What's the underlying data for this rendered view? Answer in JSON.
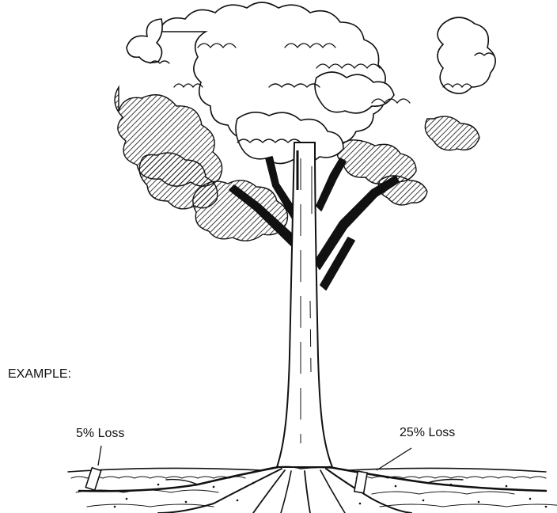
{
  "figure": {
    "example_label": "EXAMPLE:",
    "callouts": [
      {
        "text": "5% Loss"
      },
      {
        "text": "25% Loss"
      }
    ]
  },
  "colors": {
    "ink": "#111111",
    "background": "#ffffff"
  }
}
